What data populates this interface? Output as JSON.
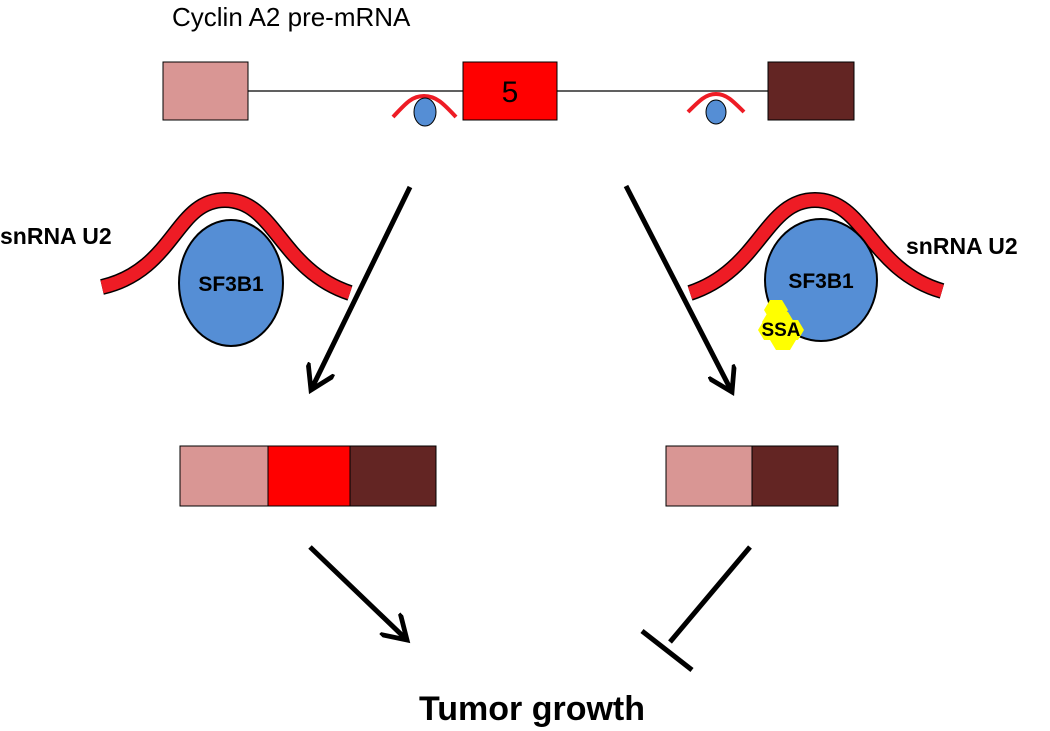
{
  "title": "Cyclin A2 pre-mRNA",
  "exon_middle_label": "5",
  "left_complex": {
    "rna_label": "snRNA U2",
    "protein_label": "SF3B1"
  },
  "right_complex": {
    "rna_label": "snRNA U2",
    "protein_label": "SF3B1",
    "drug_label": "SSA"
  },
  "outcome_label": "Tumor growth",
  "colors": {
    "exon_light": "#D99694",
    "exon_mid": "#FF0000",
    "exon_dark": "#632523",
    "snrna": "#EE1C25",
    "protein": "#558ED5",
    "drug": "#FFFF00",
    "line": "#000000"
  }
}
